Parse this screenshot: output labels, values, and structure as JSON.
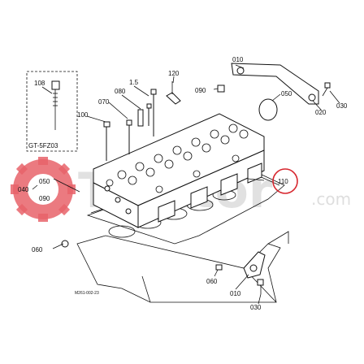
{
  "watermark": {
    "brand": "Tractor",
    "suffix": ".com",
    "gear_color": "#e8636a"
  },
  "inset": {
    "code": "GT-5FZ03",
    "part": "108"
  },
  "highlight_color": "#d7262e",
  "drawing_code": "M261-002-23",
  "callouts": {
    "c010_a": "010",
    "c010_b": "010",
    "c020": "020",
    "c030_a": "030",
    "c030_b": "030",
    "c040": "040",
    "c050_a": "050",
    "c050_b": "050",
    "c060_a": "060",
    "c060_b": "060",
    "c070": "070",
    "c080": "080",
    "c090_a": "090",
    "c090_b": "090",
    "c100": "100",
    "c105": "1.5",
    "c110": "110",
    "c120": "120"
  }
}
